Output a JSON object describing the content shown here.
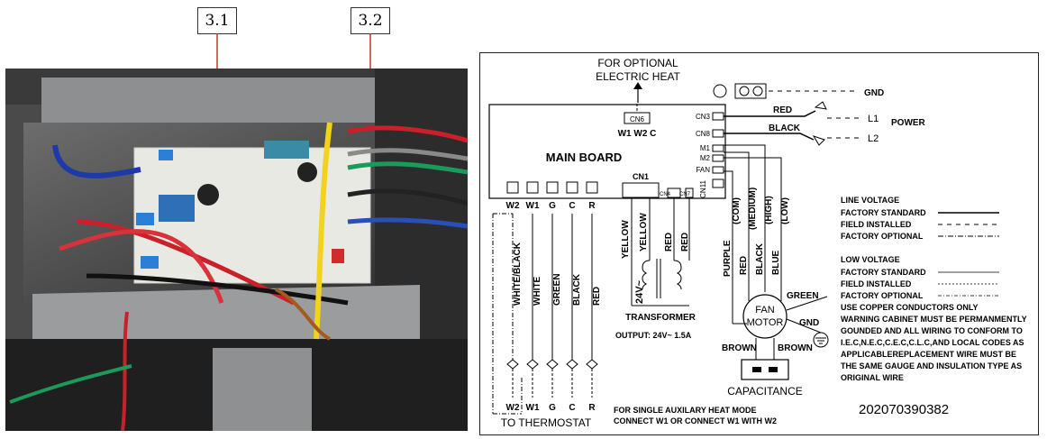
{
  "callouts": [
    "3.1",
    "3.2"
  ],
  "diagram": {
    "electric_heat": [
      "FOR OPTIONAL",
      "ELECTRIC HEAT"
    ],
    "cn6": "CN6",
    "cn6_pins": "W1 W2 C",
    "gnd_top": "GND",
    "power": "POWER",
    "l1": "L1",
    "l2": "L2",
    "red": "RED",
    "black": "BLACK",
    "connectors_right": [
      "CN3",
      "CN8",
      "M1",
      "M2",
      "FAN",
      "CN11"
    ],
    "main_board": "MAIN BOARD",
    "cn1": "CN1",
    "cn4": "CN4",
    "cn7": "CN7",
    "terminals": [
      "W2",
      "W1",
      "G",
      "C",
      "R"
    ],
    "terminal_wires": [
      "WHITE/BLACK",
      "WHITE",
      "GREEN",
      "BLACK",
      "RED"
    ],
    "transformer_wires": [
      "YELLOW",
      "YELLOW",
      "RED",
      "RED"
    ],
    "transformer_primary": "24V~",
    "transformer": "TRANSFORMER",
    "output": "OUTPUT:  24V~ 1.5A",
    "motor_wires": [
      "PURPLE",
      "RED",
      "BLACK",
      "BLUE"
    ],
    "motor_speeds": [
      "(COM)",
      "(MEDIUM)",
      "(HIGH)",
      "(LOW)"
    ],
    "fan_motor": [
      "FAN",
      "MOTOR"
    ],
    "green": "GREEN",
    "gnd_motor": "GND",
    "brown": "BROWN",
    "capacitance": "CAPACITANCE",
    "thermostat_terminals": [
      "W2",
      "W1",
      "G",
      "C",
      "R"
    ],
    "to_thermostat": "TO THERMOSTAT",
    "single_heat": [
      "FOR SINGLE  AUXILARY HEAT MODE",
      "CONNECT W1  OR CONNECT W1  WITH W2"
    ],
    "legend": {
      "line_voltage": "LINE VOLTAGE",
      "low_voltage": "LOW  VOLTAGE",
      "items": [
        "FACTORY STANDARD",
        "FIELD INSTALLED",
        "FACTORY OPTIONAL"
      ]
    },
    "notes": [
      "USE COPPER CONDUCTORS ONLY",
      "WARNING CABINET MUST BE PERMANMENTLY",
      "GOUNDED AND ALL WIRING TO CONFORM TO",
      "I.E.C,N.E.C,C.E.C,C.L.C,AND LOCAL CODES AS",
      "APPLICABLEREPLACEMENT WIRE MUST BE",
      "THE SAME GAUGE AND INSULATION  TYPE  AS",
      "ORIGINAL WIRE"
    ],
    "serial": "202070390382"
  }
}
